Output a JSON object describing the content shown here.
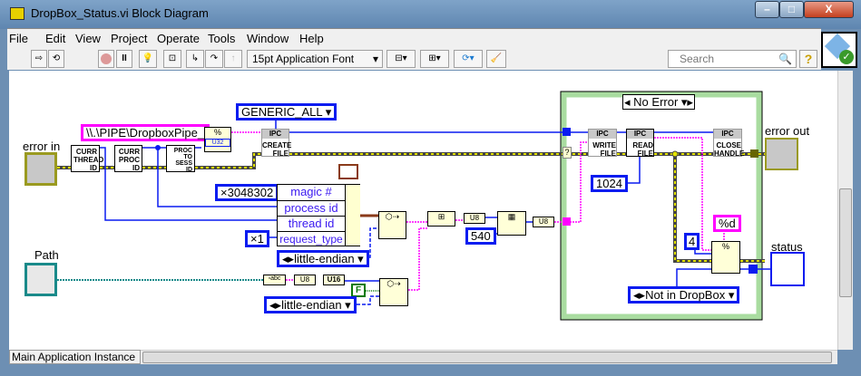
{
  "window": {
    "title": "DropBox_Status.vi Block Diagram",
    "minimize": "–",
    "maximize": "□",
    "close": "X"
  },
  "menu": [
    "File",
    "Edit",
    "View",
    "Project",
    "Operate",
    "Tools",
    "Window",
    "Help"
  ],
  "toolbar": {
    "font": "15pt Application Font",
    "search_placeholder": "Search",
    "help": "?"
  },
  "status_bar": "Main Application Instance",
  "diagram": {
    "error_in": "error in",
    "path": "Path",
    "error_out": "error out",
    "status": "status",
    "pipe_name": "\\\\.\\PIPE\\DropboxPipe_",
    "generic_all": "GENERIC_ALL",
    "nodes": {
      "thread": [
        "CURR",
        "THREAD",
        "ID"
      ],
      "proc": [
        "CURR",
        "PROC",
        "ID"
      ],
      "sess": [
        "PROC",
        "TO",
        "SESS",
        "ID"
      ],
      "ipc": "IPC",
      "create": [
        "CREATE",
        "FILE"
      ],
      "write": [
        "WRITE",
        "FILE"
      ],
      "read": [
        "READ",
        "FILE"
      ],
      "close": [
        "CLOSE",
        "HANDLE"
      ]
    },
    "magic": "×3048302",
    "one": "×1",
    "cluster": [
      "magic #",
      "process id",
      "thread id",
      "request_type"
    ],
    "endian1": "little-endian",
    "endian2": "little-endian",
    "u32": "U32",
    "u16": "U16",
    "u8": "U8",
    "false": "F",
    "c540": "540",
    "c1024": "1024",
    "c4": "4",
    "fmt": "%d",
    "case_selector": "No Error",
    "not_in_dropbox": "Not in DropBox"
  }
}
